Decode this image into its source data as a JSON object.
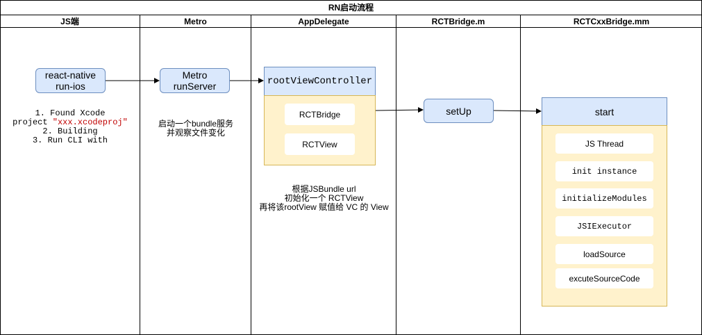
{
  "title": "RN启动流程",
  "lanes": [
    "JS端",
    "Metro",
    "AppDelegate",
    "RCTBridge.m",
    "RCTCxxBridge.mm"
  ],
  "nodes": {
    "run_ios": [
      "react-native",
      "run-ios"
    ],
    "run_server": [
      "Metro",
      "runServer"
    ],
    "root_view_controller": "rootViewController",
    "rct_bridge": "RCTBridge",
    "rct_view": "RCTView",
    "setup": "setUp",
    "start": "start",
    "start_steps": [
      "JS Thread",
      "init instance",
      "initializeModules",
      "JSIExecutor",
      "loadSource",
      "excuteSourceCode"
    ]
  },
  "notes": {
    "run_ios": {
      "line1": "1. Found Xcode",
      "line2_prefix": "project ",
      "line2_quoted": "\"xxx.xcodeproj\"",
      "line3": "2. Building",
      "line4": "3. Run CLI with"
    },
    "metro": [
      "启动一个bundle服务",
      "并观察文件变化"
    ],
    "app_delegate": [
      "根据JSBundle url",
      "初始化一个 RCTView",
      "再将该rootView 赋值给 VC 的 View"
    ]
  },
  "colors": {
    "blue_fill": "#dae8fc",
    "blue_stroke": "#6c8ebf",
    "yellow_fill": "#fff2cc",
    "yellow_stroke": "#d6b656",
    "string_red": "#c00000"
  }
}
